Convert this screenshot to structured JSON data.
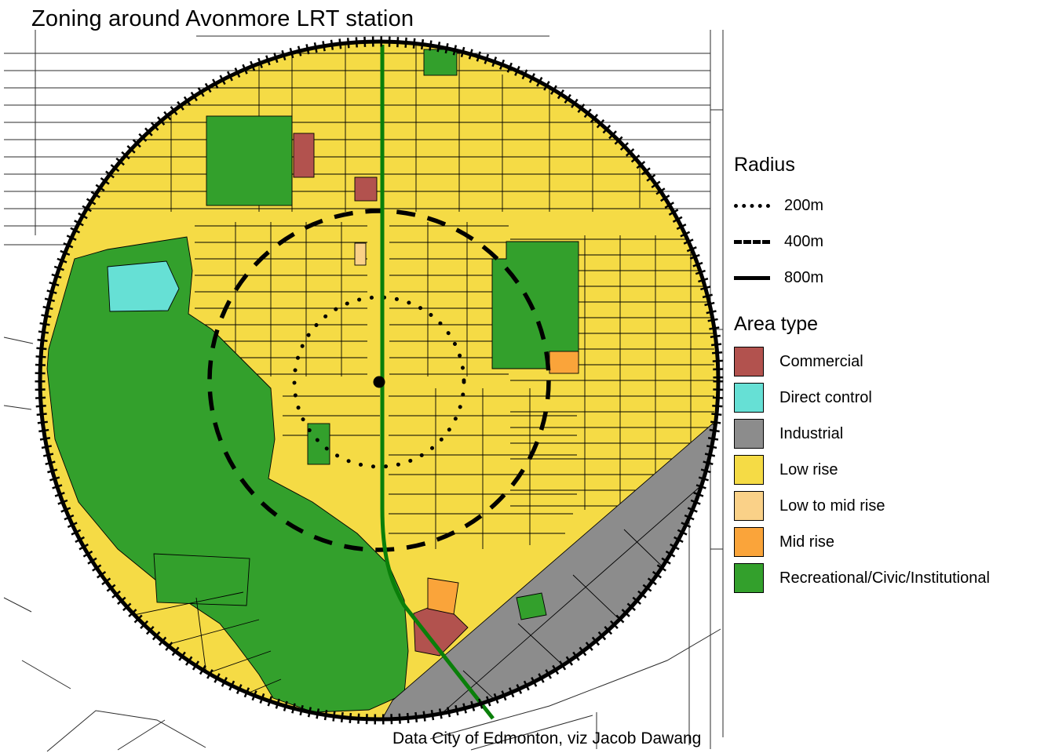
{
  "title": "Zoning around Avonmore LRT station",
  "caption": "Data City of Edmonton, viz Jacob Dawang",
  "legend": {
    "radius_title": "Radius",
    "radius_items": [
      {
        "label": "200m",
        "style": "dotted"
      },
      {
        "label": "400m",
        "style": "dashed"
      },
      {
        "label": "800m",
        "style": "solid"
      }
    ],
    "area_title": "Area type",
    "area_items": [
      {
        "key": "commercial",
        "label": "Commercial",
        "color": "#B2524E"
      },
      {
        "key": "direct-control",
        "label": "Direct control",
        "color": "#66E0D5"
      },
      {
        "key": "industrial",
        "label": "Industrial",
        "color": "#8C8C8C"
      },
      {
        "key": "low-rise",
        "label": "Low rise",
        "color": "#F5DB45"
      },
      {
        "key": "low-mid-rise",
        "label": "Low to mid rise",
        "color": "#FAD188"
      },
      {
        "key": "mid-rise",
        "label": "Mid rise",
        "color": "#FAA43A"
      },
      {
        "key": "recreational",
        "label": "Recreational/Civic/Institutional",
        "color": "#33A02C"
      }
    ]
  },
  "map": {
    "lrt_color": "#0A7F0A",
    "street_color": "#000000",
    "radius_circle_color": "#000000",
    "center": "Avonmore LRT station"
  }
}
